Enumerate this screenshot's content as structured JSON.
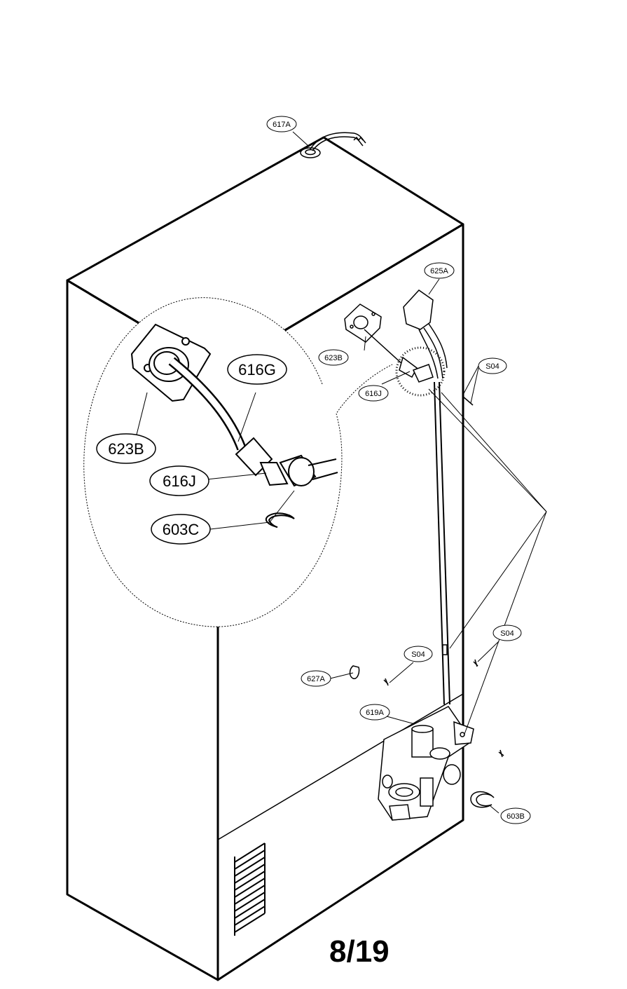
{
  "page_number": "8/19",
  "callouts": {
    "c617A": "617A",
    "c625A": "625A",
    "c623B_small": "623B",
    "c616J_small": "616J",
    "c623B_large": "623B",
    "c616G_large": "616G",
    "c616J_large": "616J",
    "c603C_large": "603C",
    "cS04_top": "S04",
    "cS04_mid": "S04",
    "cS04_right": "S04",
    "c627A": "627A",
    "c619A": "619A",
    "c603B": "603B"
  }
}
